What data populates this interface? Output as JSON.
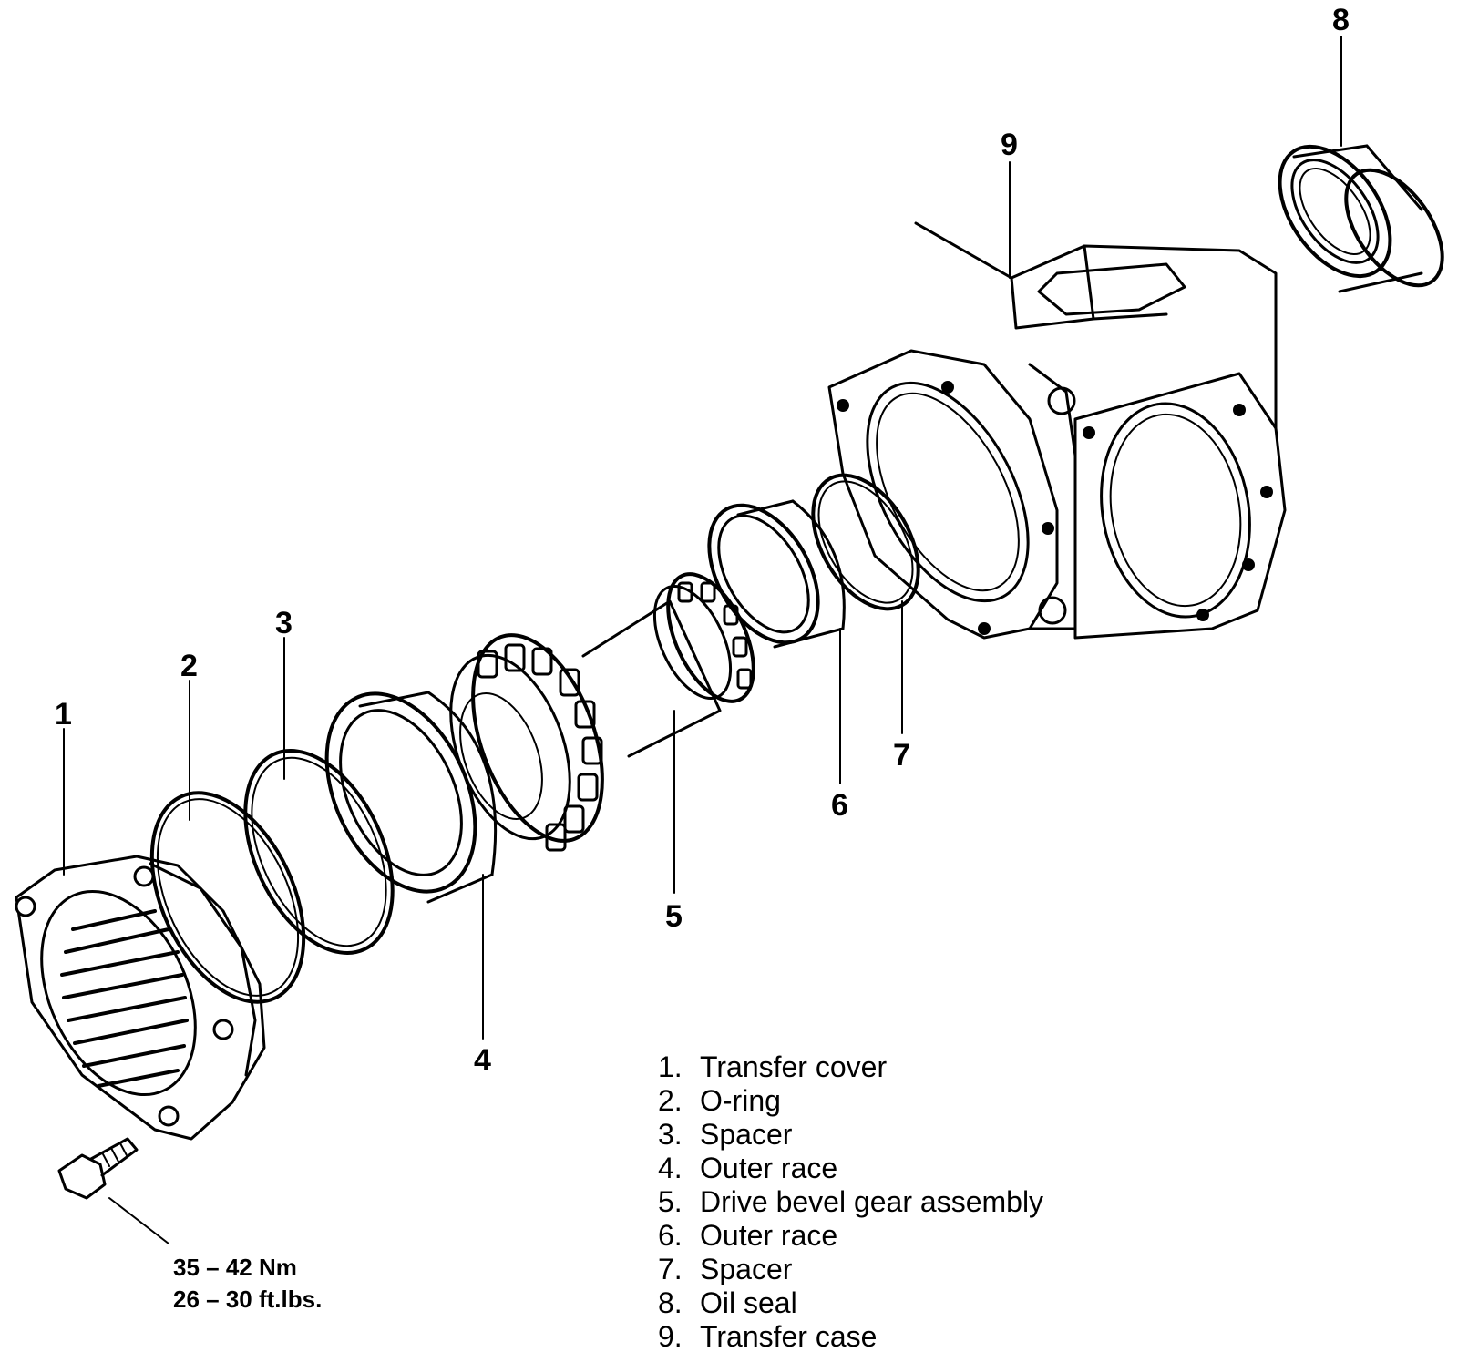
{
  "callouts": {
    "c1": "1",
    "c2": "2",
    "c3": "3",
    "c4": "4",
    "c5": "5",
    "c6": "6",
    "c7": "7",
    "c8": "8",
    "c9": "9"
  },
  "torque": {
    "nm": "35 – 42 Nm",
    "ftlbs": "26 – 30 ft.lbs."
  },
  "legend": [
    {
      "num": "1.",
      "label": "Transfer cover"
    },
    {
      "num": "2.",
      "label": "O-ring"
    },
    {
      "num": "3.",
      "label": "Spacer"
    },
    {
      "num": "4.",
      "label": "Outer race"
    },
    {
      "num": "5.",
      "label": "Drive bevel gear assembly"
    },
    {
      "num": "6.",
      "label": "Outer race"
    },
    {
      "num": "7.",
      "label": "Spacer"
    },
    {
      "num": "8.",
      "label": "Oil seal"
    },
    {
      "num": "9.",
      "label": "Transfer case"
    }
  ]
}
